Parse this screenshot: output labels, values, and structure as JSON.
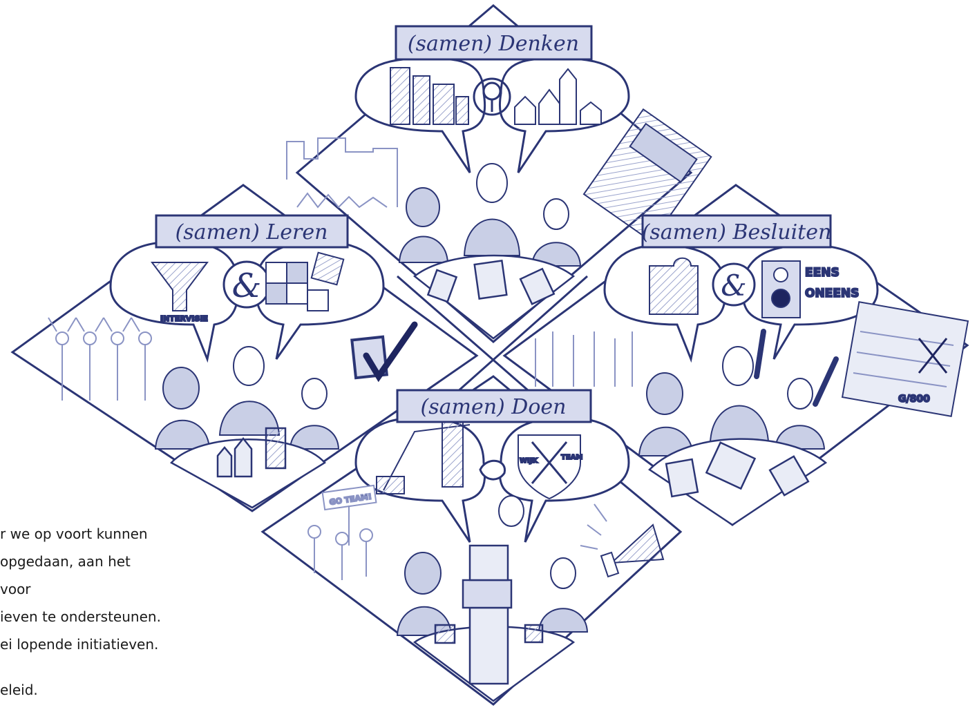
{
  "quadrants": {
    "top": {
      "title": "(samen) Denken"
    },
    "left": {
      "title": "(samen) Leren",
      "funnel_label": "INTERVISIE"
    },
    "right": {
      "title": "(samen) Besluiten",
      "vote_yes": "EENS",
      "vote_no": "ONEENS"
    },
    "bottom": {
      "title": "(samen) Doen",
      "shield_left": "WIJK",
      "shield_right": "TEAM",
      "sign": "GO TEAM!"
    }
  },
  "center_symbol": "&",
  "decision_symbol": "&",
  "sheet_label": "G/800",
  "body_lines": [
    "r we op voort kunnen",
    "opgedaan, aan het",
    "voor",
    "ieven te ondersteunen.",
    "ei lopende initiatieven.",
    "eleid."
  ],
  "colors": {
    "ink": "#2b3575",
    "fill_light": "#e9ecf6",
    "fill_mid": "#c9cfe6",
    "banner": "#d7dbee"
  }
}
